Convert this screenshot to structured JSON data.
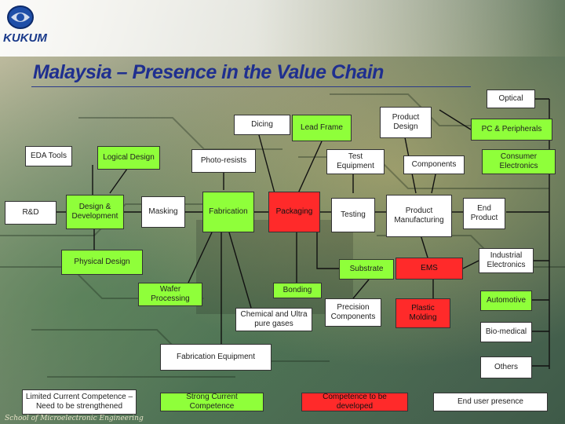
{
  "header": {
    "logo_text": "KUKUM"
  },
  "title": "Malaysia – Presence in the Value Chain",
  "footer": "School of Microelectronic Engineering",
  "colors": {
    "white": "#ffffff",
    "green": "#8fff3a",
    "red": "#ff2a2a",
    "line": "#111111"
  },
  "nodes": {
    "optical": "Optical",
    "pc_peripherals": "PC & Peripherals",
    "consumer_electronics": "Consumer Electronics",
    "end_product": "End Product",
    "industrial_electronics": "Industrial Electronics",
    "automotive": "Automotive",
    "bio_medical": "Bio-medical",
    "others": "Others",
    "product_design": "Product Design",
    "lead_frame": "Lead Frame",
    "dicing": "Dicing",
    "test_equipment": "Test Equipment",
    "components": "Components",
    "eda_tools": "EDA Tools",
    "logical_design": "Logical Design",
    "photo_resists": "Photo-resists",
    "rnd": "R&D",
    "design_development": "Design & Development",
    "masking": "Masking",
    "fabrication": "Fabrication",
    "packaging": "Packaging",
    "testing": "Testing",
    "product_manufacturing": "Product Manufacturing",
    "physical_design": "Physical Design",
    "substrate": "Substrate",
    "ems": "EMS",
    "wafer_processing": "Wafer Processing",
    "bonding": "Bonding",
    "chemical_gases": "Chemical and Ultra pure gases",
    "precision_components": "Precision Components",
    "plastic_molding": "Plastic Molding",
    "fabrication_equipment": "Fabrication Equipment"
  },
  "legend": {
    "limited": "Limited Current Competence – Need to be strengthened",
    "strong": "Strong Current Competence",
    "to_develop": "Competence to be developed",
    "end_user": "End user presence"
  }
}
